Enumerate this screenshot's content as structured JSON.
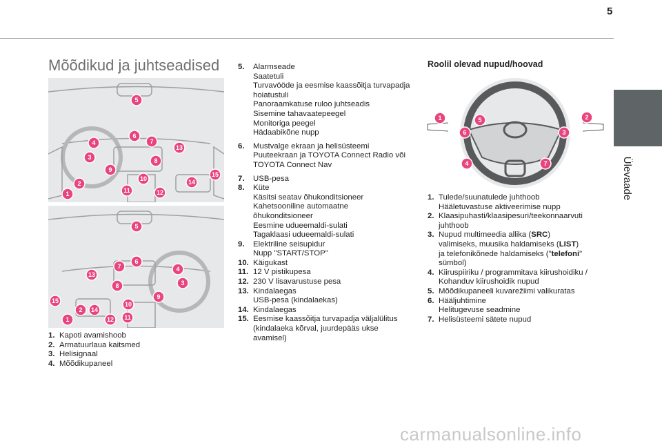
{
  "page_number": "5",
  "side_tab": "Ülevaade",
  "title": "Mõõdikud ja juhtseadised",
  "marker_color": "#e8457e",
  "figure_top_markers": [
    "5",
    "6",
    "7",
    "13",
    "4",
    "3",
    "8",
    "9",
    "15",
    "10",
    "14",
    "2",
    "11",
    "12",
    "1"
  ],
  "figure_bottom_markers": [
    "5",
    "7",
    "6",
    "13",
    "4",
    "3",
    "8",
    "9",
    "15",
    "10",
    "2",
    "14",
    "11",
    "12",
    "1"
  ],
  "steering_wheel_markers": [
    "1",
    "5",
    "2",
    "6",
    "3",
    "4",
    "7"
  ],
  "left_list": [
    {
      "num": "1.",
      "lines": [
        "Kapoti avamishoob"
      ]
    },
    {
      "num": "2.",
      "lines": [
        "Armatuurlaua kaitsmed"
      ]
    },
    {
      "num": "3.",
      "lines": [
        "Helisignaal"
      ]
    },
    {
      "num": "4.",
      "lines": [
        "Mõõdikupaneel"
      ]
    }
  ],
  "middle_list": [
    {
      "num": "5.",
      "lines": [
        "Alarmseade",
        "Saatetuli",
        "Turvavööde ja eesmise kaassõitja turvapadja",
        "hoiatustuli",
        "Panoraamkatuse ruloo juhtseadis",
        "Sisemine tahavaatepeegel",
        "Monitoriga peegel",
        "Hädaabikõne nupp"
      ]
    },
    {
      "num": "6.",
      "lines": [
        "Mustvalge ekraan ja helisüsteemi",
        "Puuteekraan ja TOYOTA Connect Radio või",
        "TOYOTA Connect Nav"
      ]
    },
    {
      "num": "7.",
      "lines": [
        "USB-pesa"
      ]
    },
    {
      "num": "8.",
      "lines": [
        "Küte",
        "Käsitsi seatav õhukonditsioneer",
        "Kahetsooniline automaatne",
        "õhukonditsioneer",
        "Eesmine udueemaldi-sulati",
        "Tagaklaasi udueemaldi-sulati"
      ]
    },
    {
      "num": "9.",
      "lines": [
        "Elektriline seisupidur",
        "Nupp \"START/STOP\""
      ]
    },
    {
      "num": "10.",
      "lines": [
        "Käigukast"
      ]
    },
    {
      "num": "11.",
      "lines": [
        "12 V pistikupesa"
      ]
    },
    {
      "num": "12.",
      "lines": [
        "230 V lisavarustuse pesa"
      ]
    },
    {
      "num": "13.",
      "lines": [
        "Kindalaegas",
        "USB-pesa (kindalaekas)"
      ]
    },
    {
      "num": "14.",
      "lines": [
        "Kindalaegas"
      ]
    },
    {
      "num": "15.",
      "lines": [
        "Eesmise kaassõitja turvapadja väljalülitus",
        "(kindalaeka kõrval, juurdepääs ukse",
        "avamisel)"
      ]
    }
  ],
  "right_heading": "Roolil olevad nupud/hoovad",
  "right_list": [
    {
      "num": "1.",
      "lines": [
        "Tulede/suunatulede juhthoob",
        "Hääletuvastuse aktiveerimise nupp"
      ]
    },
    {
      "num": "2.",
      "lines": [
        "Klaasipuhasti/klaasipesuri/teekonnaarvuti",
        "juhthoob"
      ]
    },
    {
      "num": "3.",
      "lines": [
        "Nupud multimeedia allika (<b>SRC</b>)",
        "valimiseks, muusika haldamiseks (<b>LIST</b>)",
        "ja telefonikõnede haldamiseks (\"<b>telefoni</b>\"",
        "sümbol)"
      ]
    },
    {
      "num": "4.",
      "lines": [
        "Kiiruspiiriku / programmitava kiirushoidiku /",
        "Kohanduv kiirushoidik nupud"
      ]
    },
    {
      "num": "5.",
      "lines": [
        "Mõõdikupaneeli kuvarežiimi valikuratas"
      ]
    },
    {
      "num": "6.",
      "lines": [
        "Hääljuhtimine",
        "Helitugevuse seadmine"
      ]
    },
    {
      "num": "7.",
      "lines": [
        "Helisüsteemi sätete nupud"
      ]
    }
  ],
  "watermark": "carmanualsonline.info"
}
